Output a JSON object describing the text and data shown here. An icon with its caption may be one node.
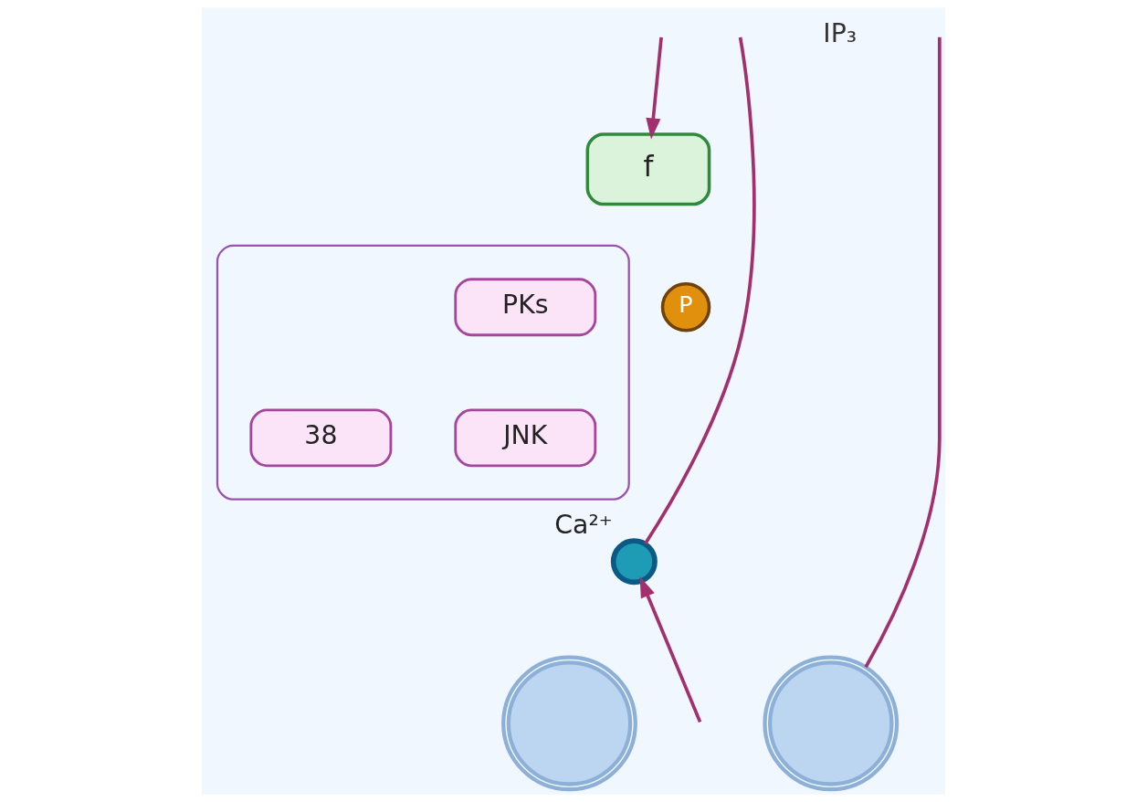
{
  "diagram": {
    "nodes": [
      {
        "text": [
          "f"
        ]
      },
      {
        "text": [],
        "shape": "ellipse"
      },
      {
        "text": [
          "PKs"
        ],
        "in": 1
      },
      {
        "text": [
          "P"
        ]
      },
      {
        "text": [
          "38"
        ],
        "in": 1
      },
      {
        "text": [
          "JNK"
        ],
        "in": 1
      },
      {
        "text": [],
        "shape": "circle",
        "beside": [
          "Ca²⁺"
        ]
      },
      {
        "text": [],
        "shape": "arc"
      },
      {
        "text": [],
        "shape": "arc"
      }
    ],
    "edges": [
      {
        "from": null,
        "to": 0,
        "arrow": "to"
      },
      {
        "from": 6,
        "to": null,
        "arrow": "none"
      },
      {
        "from": null,
        "to": 8,
        "arrow": "none"
      },
      {
        "from": null,
        "to": 6,
        "arrow": "to"
      }
    ],
    "labels": [
      "IP₃"
    ]
  }
}
